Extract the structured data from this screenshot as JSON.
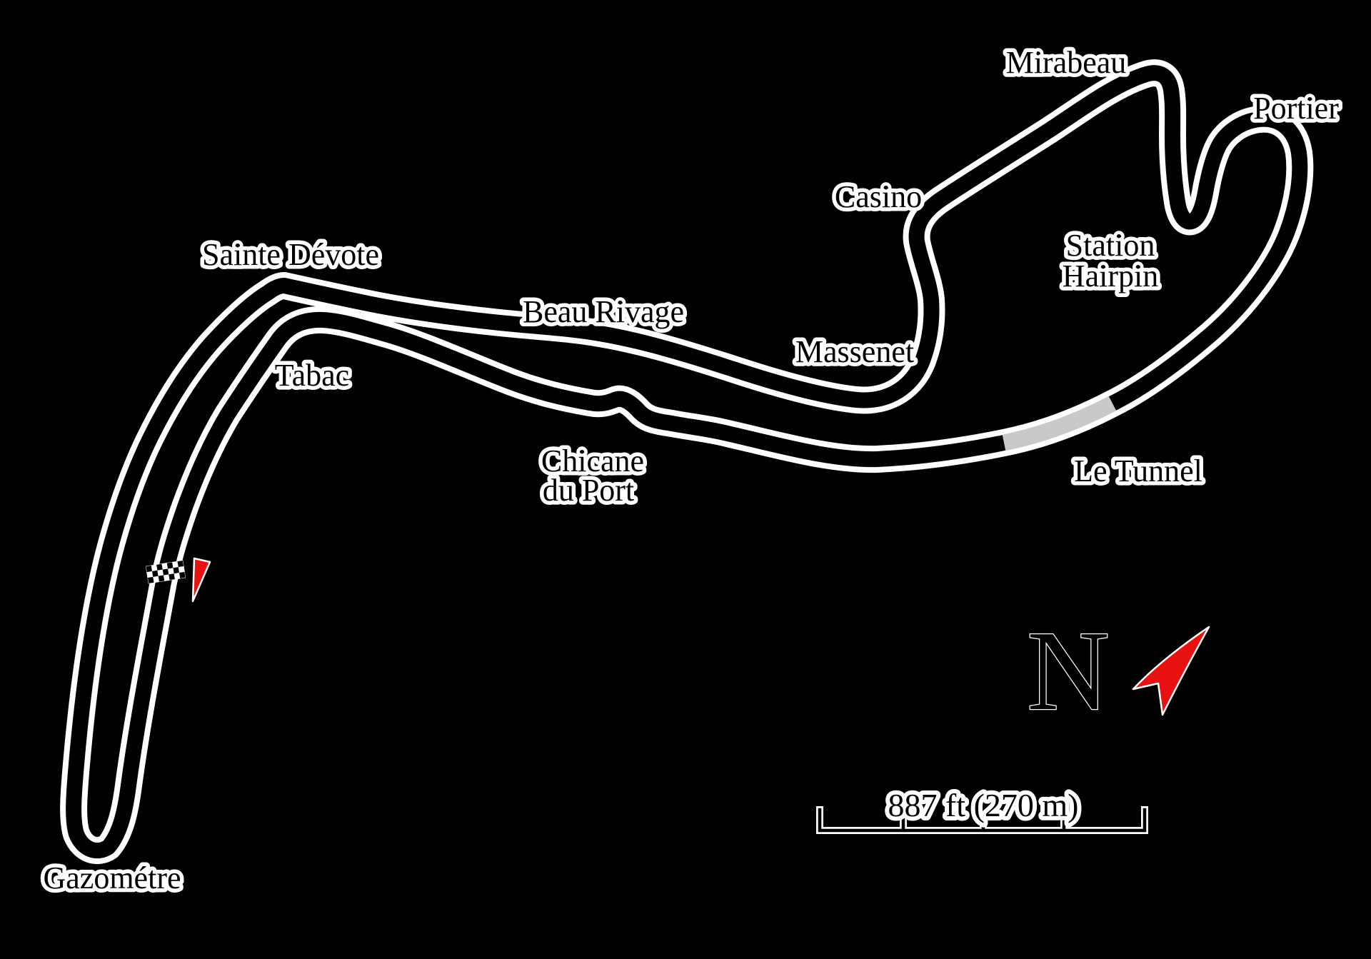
{
  "colors": {
    "background": "#000000",
    "road": "#000000",
    "casing": "#ffffff",
    "tunnel": "#c9c9c9",
    "marker_red": "#e81212",
    "label_fill": "#000000",
    "label_halo": "#ffffff"
  },
  "labels": {
    "mirabeau": "Mirabeau",
    "portier": "Portier",
    "casino": "Casino",
    "station_hairpin_line1": "Station",
    "station_hairpin_line2": "Hairpin",
    "sainte_devote": "Sainte Dévote",
    "beau_rivage": "Beau Rivage",
    "massenet": "Massenet",
    "tabac": "Tabac",
    "chicane_line1": "Chicane",
    "chicane_line2": "du Port",
    "le_tunnel": "Le Tunnel",
    "gazometre": "Gazométre"
  },
  "compass": {
    "letter": "N"
  },
  "scale_bar": {
    "text": "887 ft (270 m)"
  }
}
